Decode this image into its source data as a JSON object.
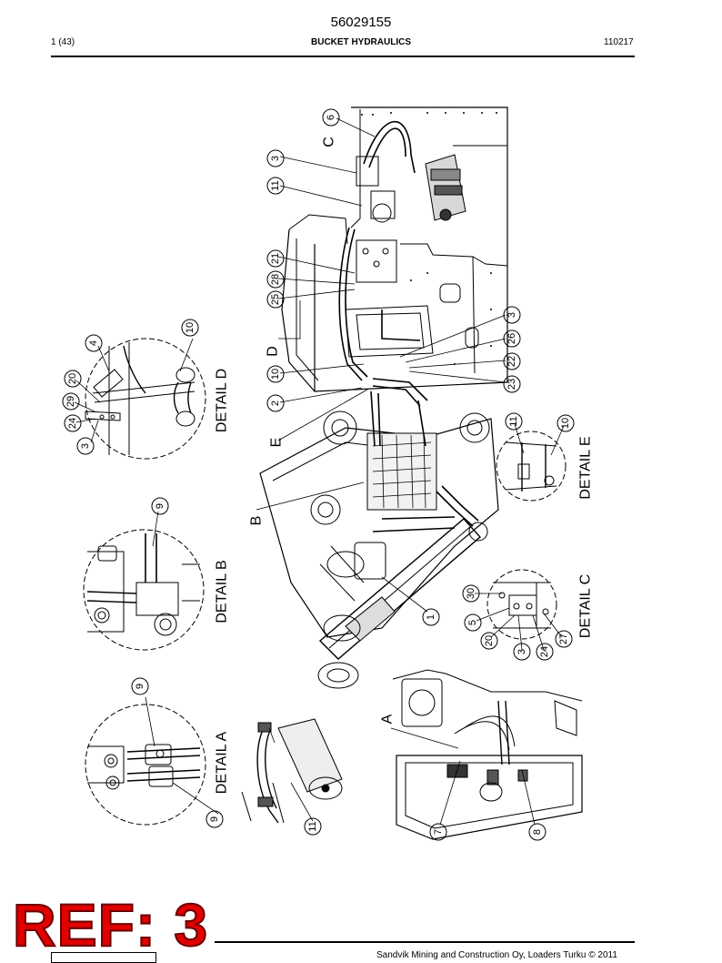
{
  "header": {
    "doc_number": "56029155",
    "page": "1 (43)",
    "title": "BUCKET HYDRAULICS",
    "code": "110217"
  },
  "details": {
    "a": "DETAIL  A",
    "b": "DETAIL  B",
    "c": "DETAIL  C",
    "d": "DETAIL  D",
    "e": "DETAIL  E"
  },
  "view_letters": {
    "a": "A",
    "b": "B",
    "c": "C",
    "d": "D",
    "e": "E"
  },
  "callouts": {
    "c6": "6",
    "c3a": "3",
    "c11a": "11",
    "c21": "21",
    "c28": "28",
    "c25": "25",
    "c3b": "3",
    "c26": "26",
    "c22": "22",
    "c23": "23",
    "c10a": "10",
    "c2": "2",
    "c1": "1",
    "c7": "7",
    "c8": "8",
    "d10": "10",
    "d4": "4",
    "d20": "20",
    "d29": "29",
    "d24": "24",
    "d3": "3",
    "b9": "9",
    "a9a": "9",
    "a9b": "9",
    "a11": "11",
    "e11": "11",
    "e10": "10",
    "k30": "30",
    "k5": "5",
    "k20": "20",
    "k3": "3",
    "k24": "24",
    "k27": "27"
  },
  "ref_stamp": "REF: 3",
  "footer": {
    "copyright": "Sandvik Mining and Construction Oy, Loaders Turku © 2011"
  }
}
